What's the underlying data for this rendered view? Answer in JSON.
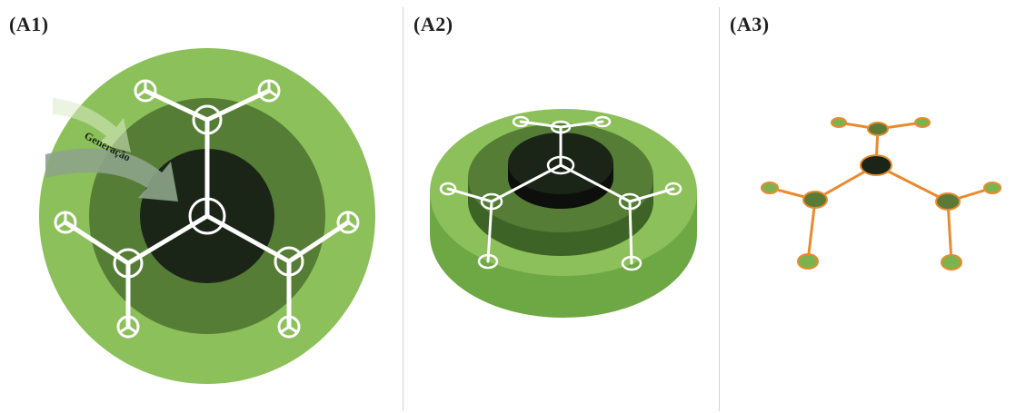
{
  "colors": {
    "outer": "#8cc05a",
    "outer_side": "#6ea845",
    "middle": "#557d36",
    "middle_side": "#3d6327",
    "core": "#1a2517",
    "core_side": "#0c0f0b",
    "white": "#ffffff",
    "orange": "#ea8a2e",
    "node_fill": "#5a7a36",
    "leaf_fill": "#7cb34e",
    "arrow": "#dbe9c8"
  },
  "panels": [
    {
      "label": "(A1)"
    },
    {
      "label": "(A2)"
    },
    {
      "label": "(A3)"
    }
  ],
  "a1": {
    "arrow_label": "Generação"
  }
}
